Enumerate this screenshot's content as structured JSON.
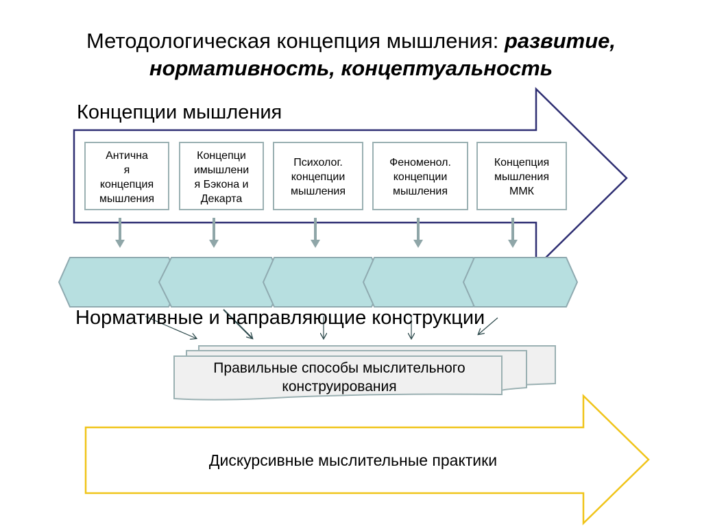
{
  "title": {
    "plain": "Методологическая концепция мышления:",
    "emphasis_line1": "развитие,",
    "emphasis_line2": "нормативность, концептуальность"
  },
  "concepts_header": "Концепции мышления",
  "concepts": [
    {
      "lines": [
        "Антична",
        "я",
        "концепция",
        "мышления"
      ]
    },
    {
      "lines": [
        "Концепци",
        "имышлени",
        "я Бэкона и",
        "Декарта"
      ]
    },
    {
      "lines": [
        "Психолог.",
        "концепции",
        "мышления"
      ]
    },
    {
      "lines": [
        "Феноменол.",
        "концепции",
        "мышления"
      ]
    },
    {
      "lines": [
        "Концепция",
        "мышления",
        "ММК"
      ]
    }
  ],
  "normative_label": "Нормативные и направляющие конструкции",
  "methods_label": "Правильные способы мыслительного конструирования",
  "practices_label": "Дискурсивные мыслительные практики",
  "colors": {
    "navy_arrow": "#2e2e72",
    "box_border": "#9ab0b2",
    "hexagon_fill": "#b7dfe0",
    "hexagon_stroke": "#8faab0",
    "connector": "#8fa6a8",
    "dark_arrow": "#2d4a4c",
    "gold_arrow": "#f0c419",
    "doc_fill": "#f0f0f0",
    "doc_stroke": "#9ab0b2"
  }
}
